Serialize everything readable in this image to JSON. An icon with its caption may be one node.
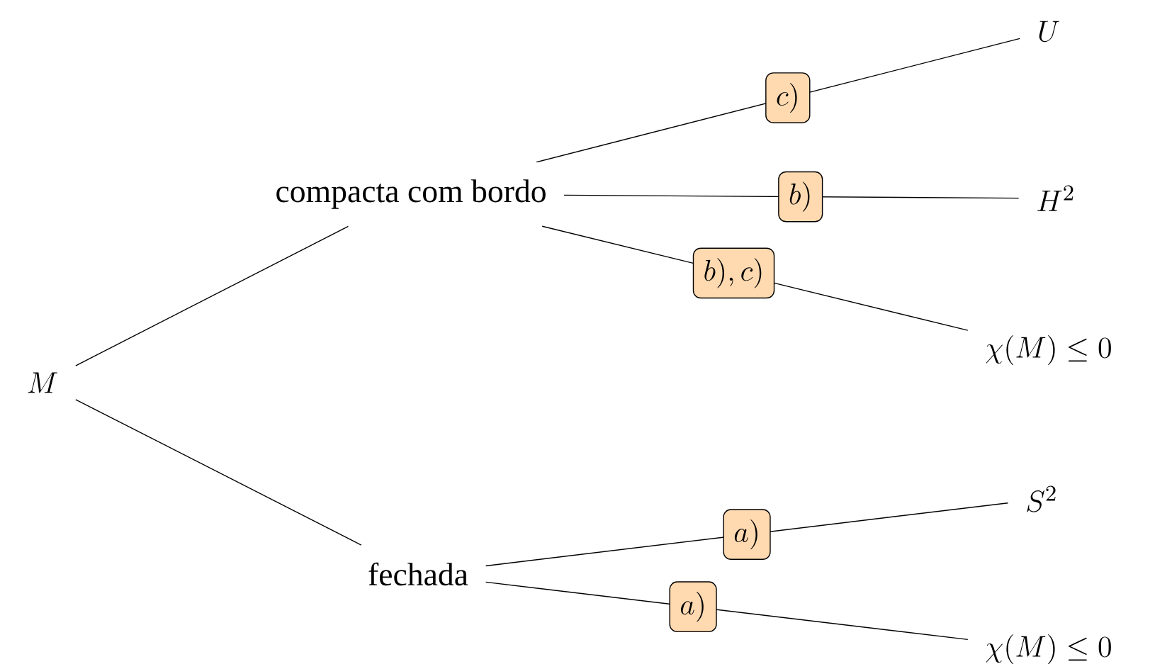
{
  "diagram": {
    "nodes": [
      {
        "text": [
          "M"
        ]
      },
      {
        "text": [
          "compacta com bordo"
        ]
      },
      {
        "text": [
          "fechada"
        ]
      },
      {
        "text": [
          "U"
        ]
      },
      {
        "text": [
          "H^2"
        ]
      },
      {
        "text": [
          "\\chi(M) \\leq 0"
        ]
      },
      {
        "text": [
          "S^2"
        ]
      },
      {
        "text": [
          "\\chi(M) \\leq 0"
        ]
      }
    ],
    "edges": [
      {
        "from": 0,
        "to": 1,
        "arrow": "none"
      },
      {
        "from": 0,
        "to": 2,
        "arrow": "none"
      },
      {
        "from": 1,
        "to": 3,
        "arrow": "none",
        "label": "c)"
      },
      {
        "from": 1,
        "to": 4,
        "arrow": "none",
        "label": "b)"
      },
      {
        "from": 1,
        "to": 5,
        "arrow": "none",
        "label": "b), c)"
      },
      {
        "from": 2,
        "to": 6,
        "arrow": "none",
        "label": "a)"
      },
      {
        "from": 2,
        "to": 7,
        "arrow": "none",
        "label": "a)"
      }
    ]
  }
}
